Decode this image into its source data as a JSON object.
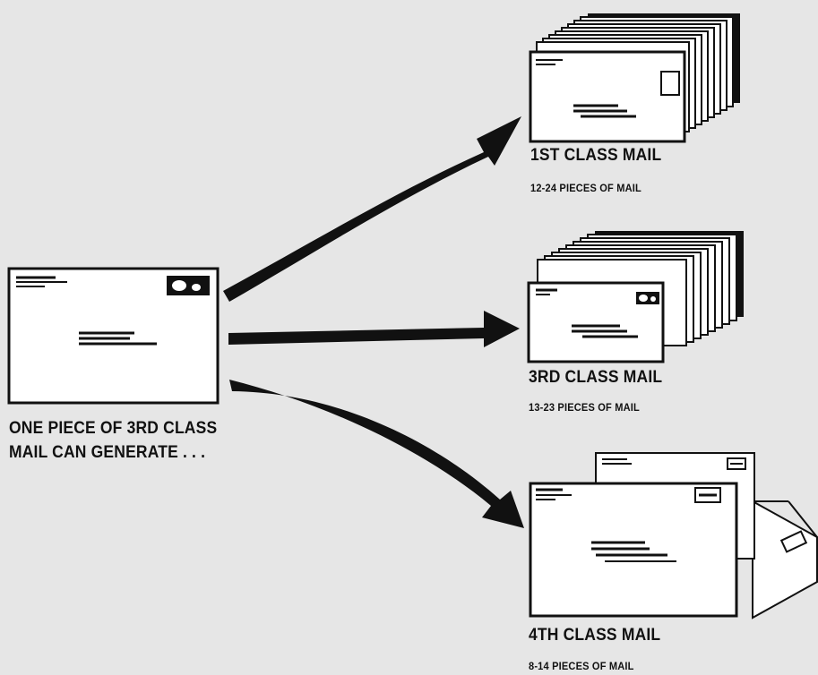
{
  "source": {
    "caption_line1": "ONE PIECE OF 3RD CLASS",
    "caption_line2": "MAIL CAN GENERATE . . ."
  },
  "outcomes": [
    {
      "class_label": "1ST CLASS MAIL",
      "pieces_label": "12-24 PIECES OF MAIL"
    },
    {
      "class_label": "3RD CLASS MAIL",
      "pieces_label": "13-23 PIECES OF MAIL"
    },
    {
      "class_label": "4TH CLASS MAIL",
      "pieces_label": "8-14 PIECES OF MAIL"
    }
  ],
  "icons": [
    "envelope-icon",
    "envelope-stack-icon",
    "package-icon",
    "arrow-icon"
  ],
  "colors": {
    "background": "#e6e6e6",
    "ink": "#111111",
    "paper": "#ffffff"
  }
}
